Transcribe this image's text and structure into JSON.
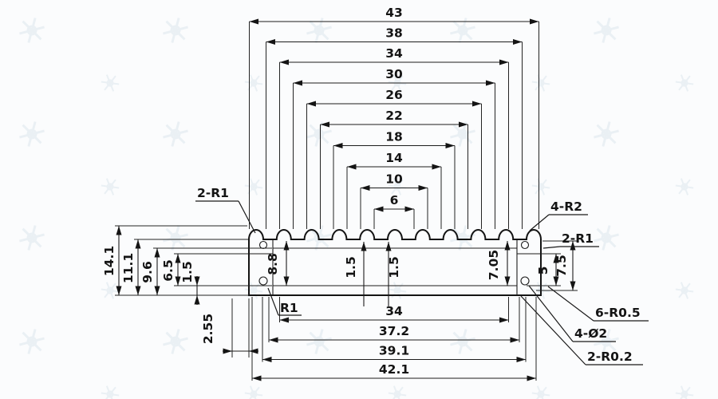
{
  "drawing": {
    "top_dimensions": [
      "43",
      "38",
      "34",
      "30",
      "26",
      "22",
      "18",
      "14",
      "10",
      "6"
    ],
    "bottom_dimensions": [
      "34",
      "37.2",
      "39.1",
      "42.1"
    ],
    "left_dimensions": [
      "14.1",
      "11.1",
      "9.6",
      "6.5",
      "1.5",
      "2.55"
    ],
    "inner_dimensions": [
      "8.8",
      "1.5",
      "1.5",
      "7.05",
      "5",
      "7.5"
    ],
    "callouts": {
      "top_left": "2-R1",
      "top_right": "4-R2",
      "right_upper": "2-R1",
      "right_r05": "6-R0.5",
      "right_holes": "4-Ø2",
      "right_r02": "2-R0.2",
      "inner_left": "R1"
    }
  }
}
